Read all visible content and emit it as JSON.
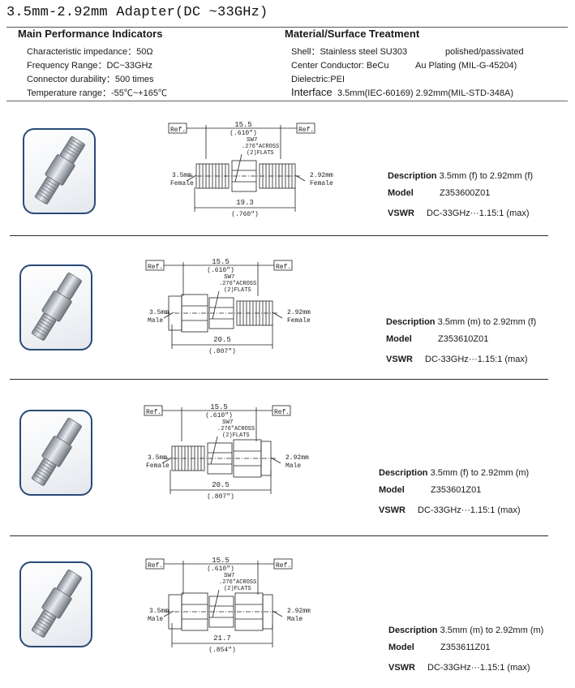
{
  "page": {
    "title": "3.5mm-2.92mm Adapter(DC ~33GHz)"
  },
  "performance": {
    "heading": "Main Performance Indicators",
    "lines": [
      "Characteristic impedance：50Ω",
      "Frequency Range：DC~33GHz",
      "Connector durability：500 times",
      "Temperature range：-55℃~+165℃"
    ]
  },
  "material": {
    "heading": "Material/Surface Treatment",
    "shell_label": "Shell：Stainless steel SU303",
    "shell_value": "polished/passivated",
    "center_label": "Center Conductor: BeCu",
    "center_value": "Au Plating (MIL-G-45204)",
    "dielectric": "Dielectric:PEI",
    "interface_label": "Interface",
    "interface_value": "3.5mm(IEC-60169) 2.92mm(MIL-STD-348A)"
  },
  "common": {
    "ref": "Ref.",
    "desc_label": "Description",
    "model_label": "Model",
    "vswr_label": "VSWR",
    "sw_label": "SW7",
    "sw_across": ".276\"ACROSS",
    "sw_flats": "(2)FLATS"
  },
  "products": [
    {
      "left_label": "3.5mm",
      "left_gender": "Female",
      "right_label": "2.92mm",
      "right_gender": "Female",
      "dim_top": "15.5",
      "dim_top_in": "(.610\")",
      "dim_bottom": "19.3",
      "dim_bottom_in": "(.760\")",
      "description": "3.5mm (f) to 2.92mm (f)",
      "model": "Z353600Z01",
      "vswr": "DC-33GHz···1.15:1 (max)"
    },
    {
      "left_label": "3.5mm",
      "left_gender": "Male",
      "right_label": "2.92mm",
      "right_gender": "Female",
      "dim_top": "15.5",
      "dim_top_in": "(.610\")",
      "dim_bottom": "20.5",
      "dim_bottom_in": "(.807\")",
      "description": "3.5mm (m) to 2.92mm (f)",
      "model": "Z353610Z01",
      "vswr": "DC-33GHz···1.15:1 (max)"
    },
    {
      "left_label": "3.5mm",
      "left_gender": "Female",
      "right_label": "2.92mm",
      "right_gender": "Male",
      "dim_top": "15.5",
      "dim_top_in": "(.610\")",
      "dim_bottom": "20.5",
      "dim_bottom_in": "(.807\")",
      "description": "3.5mm (f) to 2.92mm (m)",
      "model": "Z353601Z01",
      "vswr": "DC-33GHz···1.15:1 (max)"
    },
    {
      "left_label": "3.5mm",
      "left_gender": "Male",
      "right_label": "2.92mm",
      "right_gender": "Male",
      "dim_top": "15.5",
      "dim_top_in": "(.610\")",
      "dim_bottom": "21.7",
      "dim_bottom_in": "(.854\")",
      "description": "3.5mm (m) to 2.92mm (m)",
      "model": "Z353611Z01",
      "vswr": "DC-33GHz···1.15:1 (max)"
    }
  ]
}
